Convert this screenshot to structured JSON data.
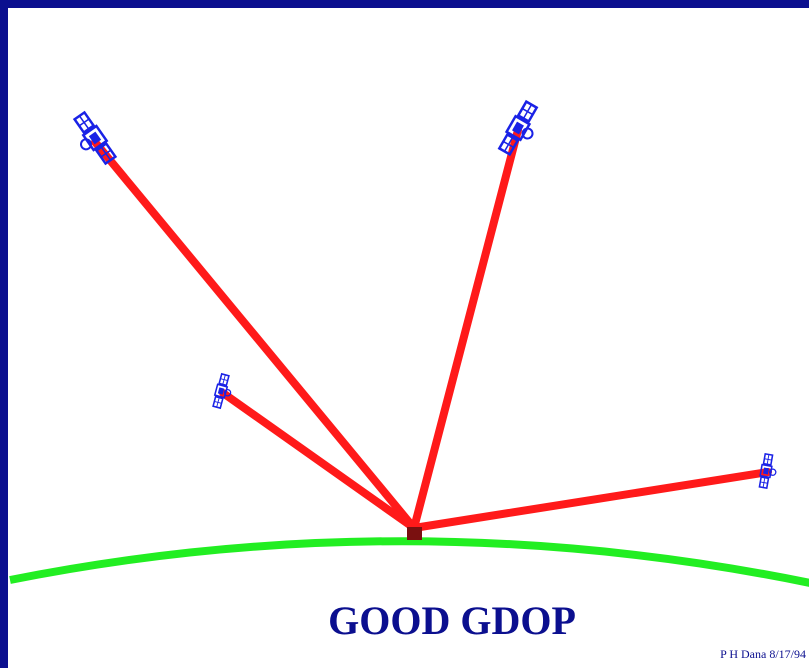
{
  "diagram": {
    "title": "GOOD GDOP",
    "credit": "P H Dana 8/17/94",
    "colors": {
      "border": "#0b0f8f",
      "title": "#0b0f8f",
      "satellite": "#1a22e6",
      "signal_line": "#ff1a1a",
      "earth_surface": "#22ee22",
      "receiver": "#7a1010",
      "background": "#ffffff"
    },
    "satellites": [
      {
        "name": "satellite-upper-left",
        "icon": "satellite-icon"
      },
      {
        "name": "satellite-upper-center",
        "icon": "satellite-icon"
      },
      {
        "name": "satellite-mid-left",
        "icon": "satellite-icon"
      },
      {
        "name": "satellite-right",
        "icon": "satellite-icon"
      }
    ],
    "receiver": {
      "icon": "receiver-icon"
    }
  }
}
